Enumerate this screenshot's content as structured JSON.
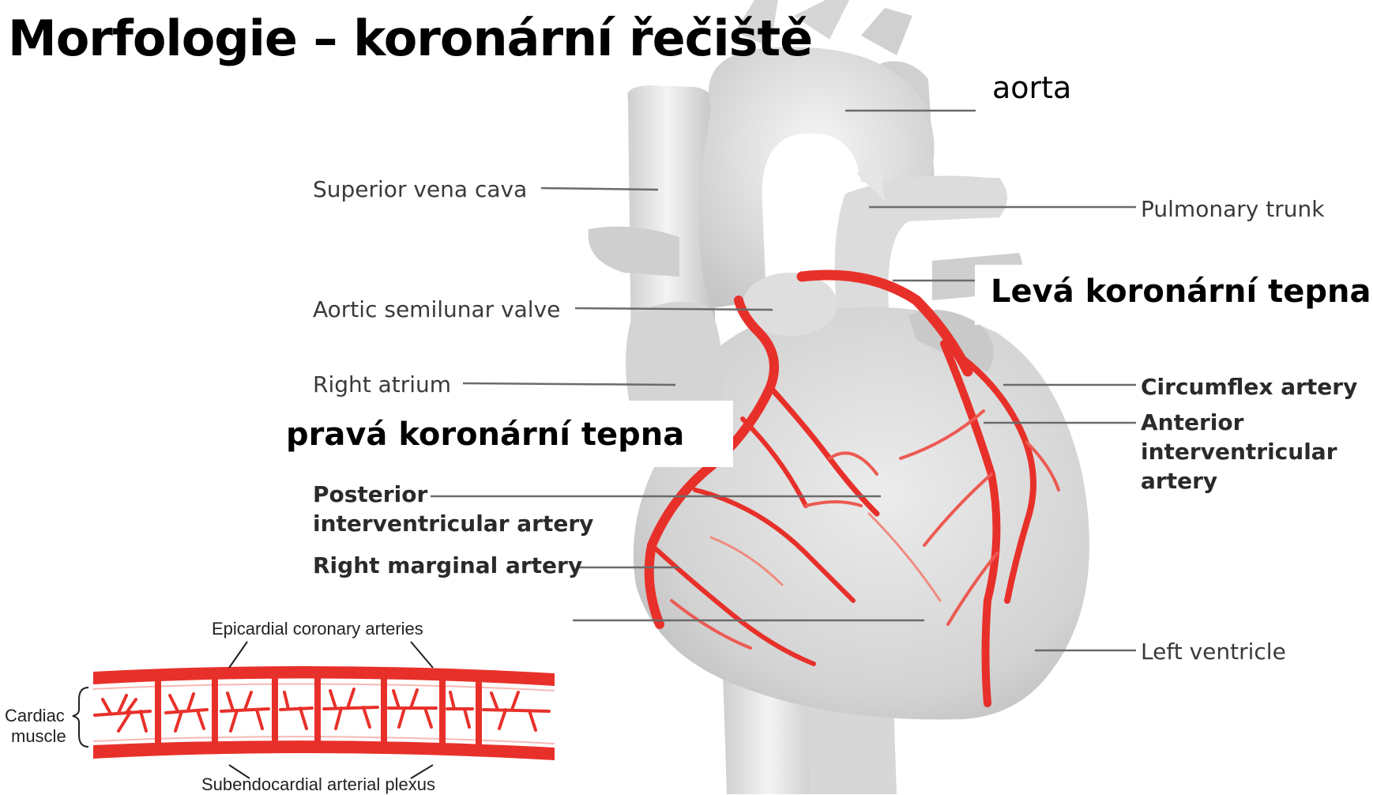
{
  "title": "Morfologie – koronární řečiště",
  "overlay_labels": {
    "aorta": "aorta",
    "left_coronary": "Levá koronární tepna",
    "right_coronary": "pravá koronární tepna"
  },
  "heart_labels": {
    "superior_vena_cava": "Superior vena cava",
    "aortic_semilunar_valve": "Aortic semilunar valve",
    "right_atrium": "Right atrium",
    "posterior_interventricular_1": "Posterior",
    "posterior_interventricular_2": "interventricular artery",
    "right_marginal_artery": "Right marginal artery",
    "pulmonary_trunk": "Pulmonary trunk",
    "circumflex_artery": "Circumflex artery",
    "anterior_interventricular_1": "Anterior",
    "anterior_interventricular_2": "interventricular",
    "anterior_interventricular_3": "artery",
    "left_ventricle": "Left ventricle"
  },
  "inset": {
    "top_label": "Epicardial coronary arteries",
    "side_label_1": "Cardiac",
    "side_label_2": "muscle",
    "bottom_label": "Subendocardial arterial plexus"
  },
  "colors": {
    "artery": "#e8302a",
    "artery_dark": "#c81e1a",
    "heart_gray": "#d9d9d9",
    "leader_line": "#6b6b6b"
  }
}
